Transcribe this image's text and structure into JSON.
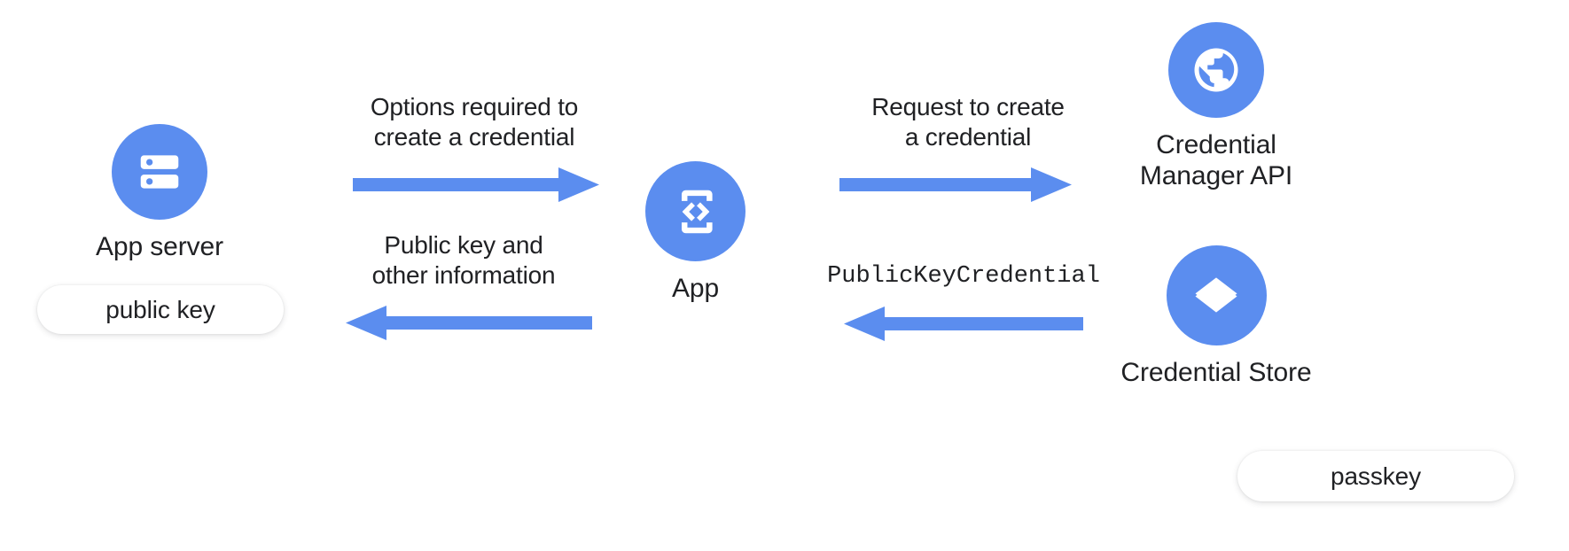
{
  "diagram": {
    "title": "Passkey creation flow with Credential Manager API",
    "background": "#ffffff",
    "accent_color": "#5B8DEF",
    "text_color": "#202124"
  },
  "nodes": {
    "app_server": {
      "label": "App server",
      "icon": "server-icon",
      "pill": "public key"
    },
    "app": {
      "label": "App",
      "icon": "app-code-phone-icon"
    },
    "credential_manager_api": {
      "label": "Credential\nManager API",
      "icon": "globe-icon"
    },
    "credential_store": {
      "label": "Credential Store",
      "icon": "layers-icon",
      "pill": "passkey"
    }
  },
  "flows": {
    "options_required": {
      "caption": "Options required to\ncreate a credential",
      "direction": "right",
      "from": "App server",
      "to": "App"
    },
    "public_key_back": {
      "caption": "Public key and\nother information",
      "direction": "left",
      "from": "App",
      "to": "App server"
    },
    "request_create": {
      "caption": "Request to create\na credential",
      "direction": "right",
      "from": "App",
      "to": "Credential Manager API"
    },
    "public_key_credential": {
      "caption": "PublicKeyCredential",
      "direction": "left",
      "from": "Credential Store",
      "to": "App",
      "monospace": true
    }
  }
}
